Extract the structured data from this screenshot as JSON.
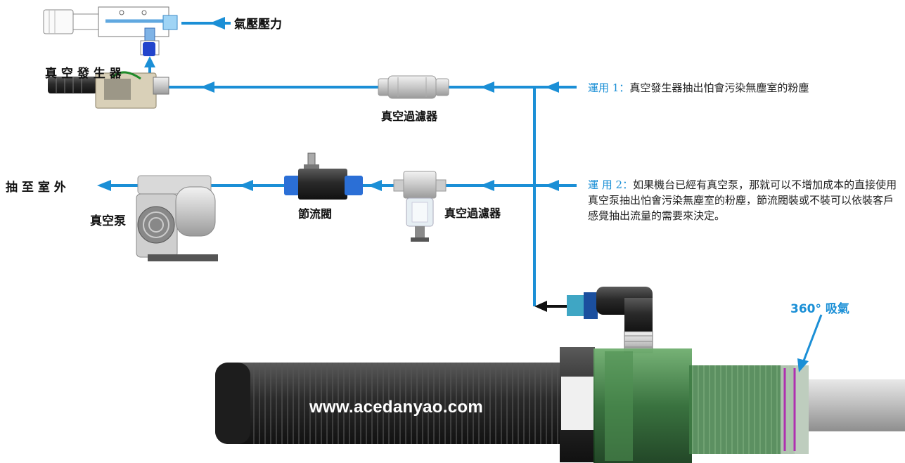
{
  "colors": {
    "line": "#1b8fd6",
    "accent_text": "#1a8fd6",
    "black_arrow": "#111111"
  },
  "labels": {
    "air_pressure": "氣壓壓力",
    "vacuum_generator": "真 空 發 生 器",
    "vacuum_filter_top": "真空過濾器",
    "vacuum_filter_mid": "真空過濾器",
    "throttle_valve": "節流閥",
    "vacuum_pump": "真空泵",
    "exhaust_outdoor": "抽 至 室 外",
    "angle_intake": "360° 吸氣",
    "website": "www.acedanyao.com"
  },
  "notes": {
    "note1": {
      "prefix": "運用 1：",
      "text": "真空發生器抽出怕會污染無塵室的粉塵"
    },
    "note2": {
      "prefix": "運 用 2：",
      "text": "如果機台已經有真空泵，那就可以不增加成本的直接使用真空泵抽出怕會污染無塵室的粉塵，節流閥裝或不裝可以依裝客戶感覺抽出流量的需要來決定。"
    }
  },
  "icons": [
    "air-arrow-icon",
    "flow-arrow-icon",
    "intake-arrow-icon"
  ]
}
